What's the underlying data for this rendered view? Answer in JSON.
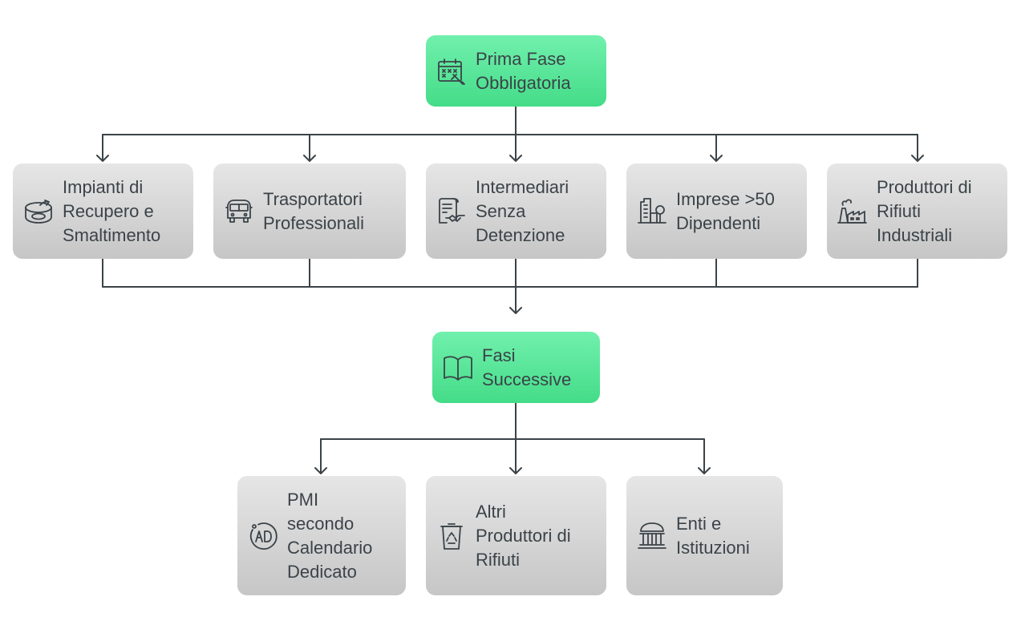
{
  "colors": {
    "primary_fill": "#5ce79b",
    "secondary_fill": "#d6d6d6",
    "connector": "#3b4348",
    "text": "#3b4348"
  },
  "top": {
    "label": "Prima Fase\nObbligatoria",
    "icon": "calendar-icon"
  },
  "first_phase": [
    {
      "label": "Impianti di\nRecupero e\nSmaltimento",
      "icon": "tin-can-icon"
    },
    {
      "label": "Trasportatori\nProfessionali",
      "icon": "van-icon"
    },
    {
      "label": "Intermediari\nSenza\nDetenzione",
      "icon": "contract-handshake-icon"
    },
    {
      "label": "Imprese >50\nDipendenti",
      "icon": "buildings-icon"
    },
    {
      "label": "Produttori di\nRifiuti\nIndustriali",
      "icon": "factory-icon"
    }
  ],
  "middle": {
    "label": "Fasi\nSuccessive",
    "icon": "open-book-icon"
  },
  "later_phases": [
    {
      "label": "PMI\nsecondo\nCalendario\nDedicato",
      "icon": "ad-icon"
    },
    {
      "label": "Altri\nProduttori di\nRifiuti",
      "icon": "recycle-bin-icon"
    },
    {
      "label": "Enti e\nIstituzioni",
      "icon": "institution-icon"
    }
  ]
}
